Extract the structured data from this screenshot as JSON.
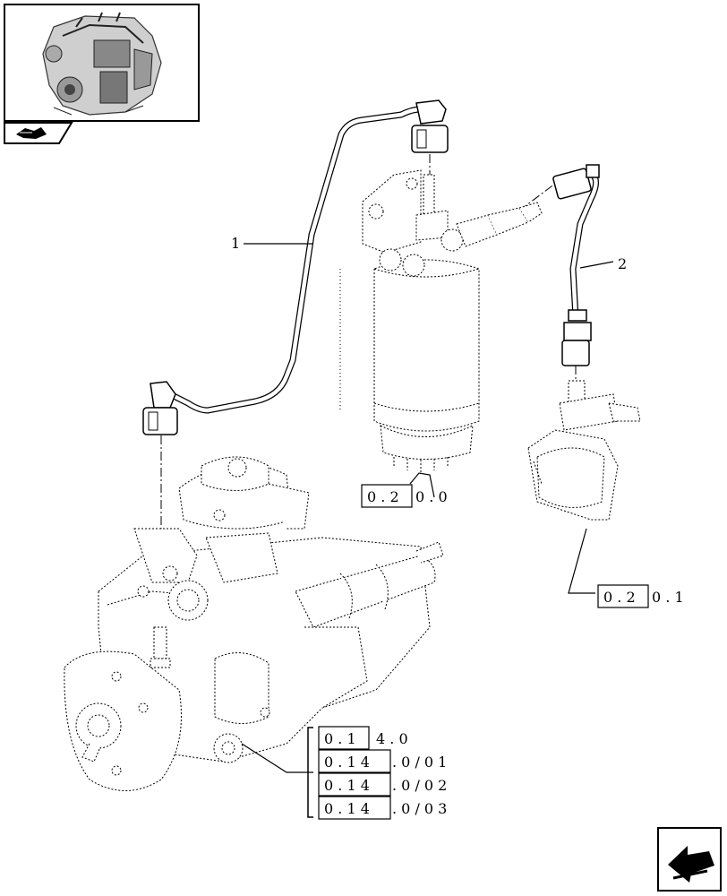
{
  "thumbnail": {
    "icon": "engine-thumbnail-icon"
  },
  "view_icon": {
    "icon": "hand-view-icon"
  },
  "next_page_icon": {
    "icon": "next-page-arrow-icon"
  },
  "callouts": {
    "item_1": "1",
    "item_2": "2"
  },
  "refs": {
    "filter_ref": {
      "box": "0 . 2",
      "rest": "0 . 0"
    },
    "pump_ref": {
      "box": "0 . 2",
      "rest": "0 . 1"
    },
    "injection_refs": [
      {
        "box": "0 . 1",
        "rest": "4 . 0"
      },
      {
        "box": "0 . 1 4",
        "rest": ". 0 / 0 1"
      },
      {
        "box": "0 . 1 4",
        "rest": ". 0 / 0 2"
      },
      {
        "box": "0 . 1 4",
        "rest": ". 0 / 0 3"
      }
    ]
  }
}
